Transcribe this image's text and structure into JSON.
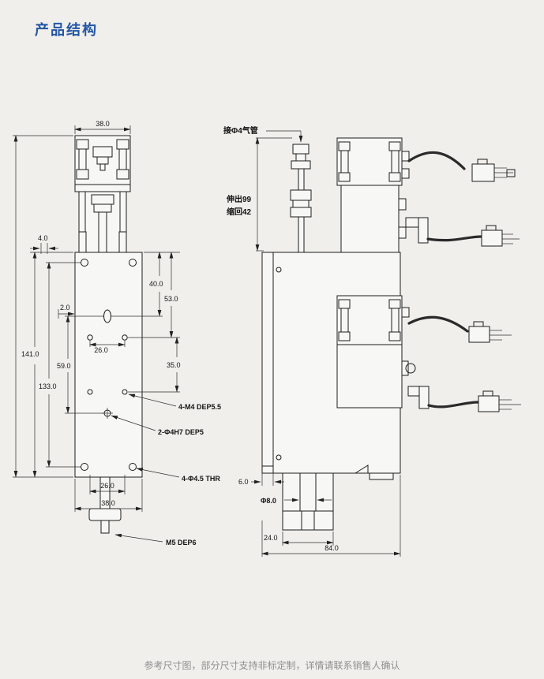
{
  "page": {
    "title": "产品结构",
    "title_color": "#2456a4",
    "background": "#f0efec",
    "footer_note": "参考尺寸图，部分尺寸支持非标定制，详情请联系销售人确认"
  },
  "front_view": {
    "dim_top_width": "38.0",
    "dim_offset": "4.0",
    "dim_slot_top": "40.0",
    "dim_hole_top": "53.0",
    "dim_slot_center": "2.0",
    "dim_hole_pitch_x": "26.0",
    "dim_plate_height": "141.0",
    "dim_slot_to_hole": "59.0",
    "dim_hole_pitch_y": "35.0",
    "dim_hole_span": "133.0",
    "callout_m4": "4-M4 DEP5.5",
    "callout_h7": "2-Φ4H7 DEP5",
    "callout_thr": "4-Φ4.5 THR",
    "dim_bottom_pitch": "26.0",
    "dim_bottom_width": "38.0",
    "callout_m5": "M5 DEP6"
  },
  "side_view": {
    "callout_air": "接Φ4气管",
    "label_extend": "伸出99",
    "label_retract": "缩回42",
    "dim_step": "6.0",
    "callout_shaft_dia": "Φ8.0",
    "dim_bracket_width": "24.0",
    "dim_overall_width": "84.0"
  }
}
